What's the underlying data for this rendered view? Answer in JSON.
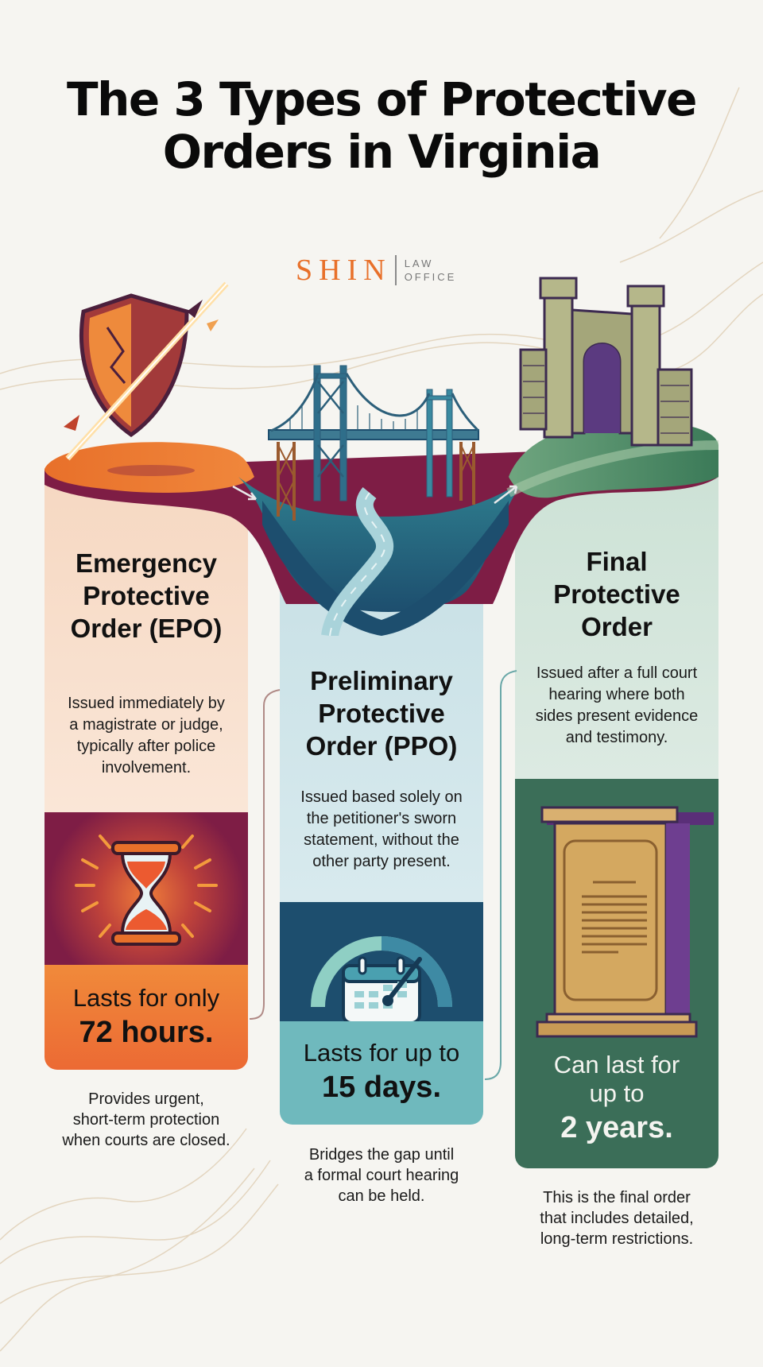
{
  "header": {
    "title_line1": "The 3 Types of Protective",
    "title_line2": "Orders in Virginia"
  },
  "logo": {
    "name": "SHIN",
    "sub_line1": "LAW",
    "sub_line2": "OFFICE",
    "color": "#e8702a"
  },
  "columns": [
    {
      "id": "epo",
      "heading": [
        "Emergency",
        "Protective",
        "Order (EPO)"
      ],
      "description": [
        "Issued immediately by",
        "a magistrate or judge,",
        "typically after police",
        "involvement."
      ],
      "duration_prefix": "Lasts for only",
      "duration_value": "72 hours.",
      "footnote": [
        "Provides urgent,",
        "short-term protection",
        "when courts are closed."
      ],
      "illustration_icon": "broken-shield-icon",
      "panel_icon": "hourglass-icon",
      "colors": {
        "top_bg": "#f9e2d0",
        "icon_bg": "#7e1d45",
        "duration_bg": "#ee7a35",
        "accent": "#e8702a"
      }
    },
    {
      "id": "ppo",
      "heading": [
        "Preliminary",
        "Protective",
        "Order (PPO)"
      ],
      "description": [
        "Issued based solely on",
        "the petitioner's sworn",
        "statement, without the",
        "other party present."
      ],
      "duration_prefix": "Lasts for up to",
      "duration_value": "15 days.",
      "footnote": [
        "Bridges the gap until",
        "a formal court hearing",
        "can be held."
      ],
      "illustration_icon": "bridge-icon",
      "panel_icon": "calendar-gauge-icon",
      "colors": {
        "top_bg": "#d6e9ec",
        "icon_bg": "#1d4e6e",
        "duration_bg": "#6fb9bd",
        "accent": "#2f7f8f"
      }
    },
    {
      "id": "final",
      "heading": [
        "Final",
        "Protective",
        "Order"
      ],
      "description": [
        "Issued after a full court",
        "hearing where both",
        "sides present evidence",
        "and testimony."
      ],
      "duration_prefix_line1": "Can last for",
      "duration_prefix_line2": "up to",
      "duration_value": "2 years.",
      "footnote": [
        "This is the final order",
        "that includes detailed,",
        "long-term restrictions."
      ],
      "illustration_icon": "castle-gate-icon",
      "panel_icon": "pedestal-plaque-icon",
      "colors": {
        "top_bg": "#d9e8df",
        "icon_bg": "#3b6e58",
        "duration_bg": "#3b6e58",
        "accent": "#4a8a6a"
      }
    }
  ]
}
